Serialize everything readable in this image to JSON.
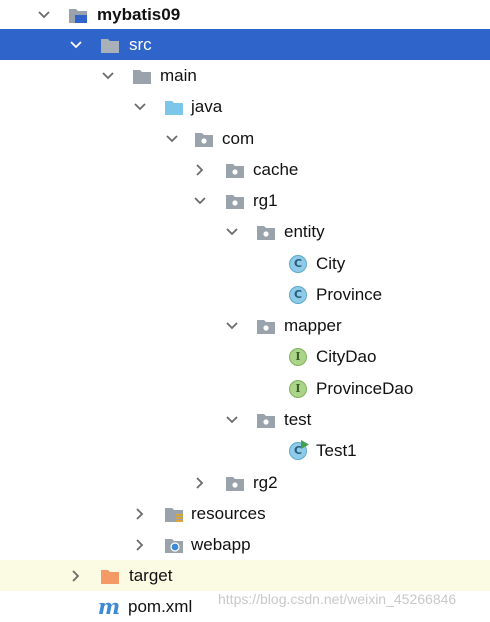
{
  "project_tree": {
    "project": "mybatis09",
    "src": "src",
    "main": "main",
    "java": "java",
    "com": "com",
    "cache": "cache",
    "rg1": "rg1",
    "entity": "entity",
    "city": "City",
    "province": "Province",
    "mapper": "mapper",
    "city_dao": "CityDao",
    "province_dao": "ProvinceDao",
    "test": "test",
    "test1": "Test1",
    "rg2": "rg2",
    "resources": "resources",
    "webapp": "webapp",
    "target": "target",
    "pom": "pom.xml"
  },
  "badges": {
    "class_letter": "C",
    "interface_letter": "I",
    "maven_letter": "m"
  },
  "watermark": "https://blog.csdn.net/weixin_45266846",
  "colors": {
    "selection": "#2f65ca",
    "excluded_row": "#fbfbe3",
    "folder_gray": "#9aa3ab",
    "source_folder": "#7cc6ea",
    "target_folder": "#f39a66"
  }
}
